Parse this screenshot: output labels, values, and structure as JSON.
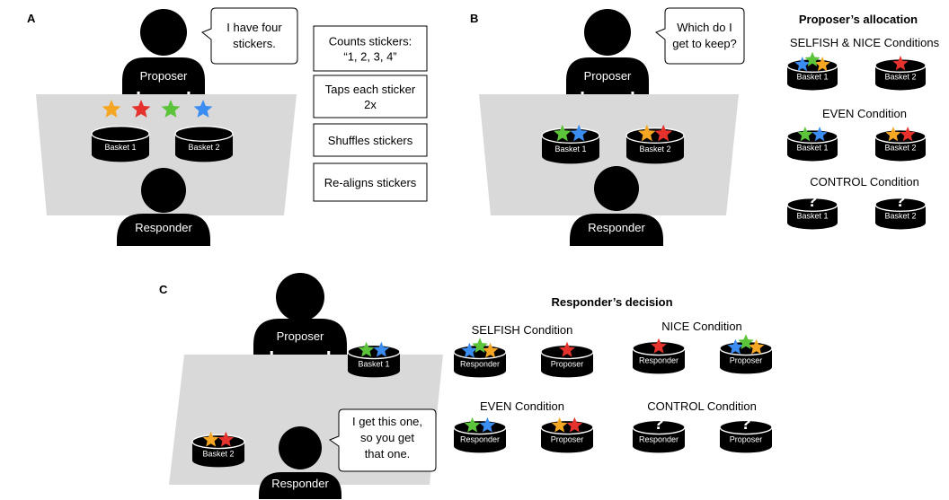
{
  "colors": {
    "table": "#d9d9d9",
    "person": "#000000",
    "star_orange": "#f5a623",
    "star_red": "#e5322d",
    "star_green": "#5cc43b",
    "star_blue": "#3b8df1"
  },
  "panel_a": {
    "letter": "A",
    "proposer_label": "Proposer",
    "responder_label": "Responder",
    "speech_lines": [
      "I have four",
      "stickers."
    ],
    "stars": [
      "orange",
      "red",
      "green",
      "blue"
    ],
    "baskets": [
      "Basket 1",
      "Basket 2"
    ],
    "steps": [
      {
        "lines": [
          "Counts stickers:",
          "“1, 2, 3, 4”"
        ]
      },
      {
        "lines": [
          "Taps each sticker",
          "2x"
        ]
      },
      {
        "lines": [
          "Shuffles stickers"
        ]
      },
      {
        "lines": [
          "Re-aligns stickers"
        ]
      }
    ]
  },
  "panel_b": {
    "letter": "B",
    "proposer_label": "Proposer",
    "responder_label": "Responder",
    "speech_lines": [
      "Which do I",
      "get to keep?"
    ],
    "baskets": [
      {
        "label": "Basket 1",
        "stars": [
          "green",
          "blue"
        ]
      },
      {
        "label": "Basket 2",
        "stars": [
          "orange",
          "red"
        ]
      }
    ],
    "allocation": {
      "heading": "Proposer’s allocation",
      "conditions": [
        {
          "title": "SELFISH & NICE Conditions",
          "baskets": [
            {
              "label": "Basket 1",
              "stars": [
                "blue",
                "green",
                "orange"
              ],
              "question": false
            },
            {
              "label": "Basket 2",
              "stars": [
                "red"
              ],
              "question": false
            }
          ]
        },
        {
          "title": "EVEN Condition",
          "baskets": [
            {
              "label": "Basket 1",
              "stars": [
                "green",
                "blue"
              ],
              "question": false
            },
            {
              "label": "Basket 2",
              "stars": [
                "orange",
                "red"
              ],
              "question": false
            }
          ]
        },
        {
          "title": "CONTROL Condition",
          "baskets": [
            {
              "label": "Basket 1",
              "stars": [],
              "question": true
            },
            {
              "label": "Basket 2",
              "stars": [],
              "question": true
            }
          ]
        }
      ]
    }
  },
  "panel_c": {
    "letter": "C",
    "proposer_label": "Proposer",
    "responder_label": "Responder",
    "speech_lines": [
      "I get this one,",
      "so you get",
      "that one."
    ],
    "basket1": {
      "label": "Basket 1",
      "stars": [
        "green",
        "blue"
      ]
    },
    "basket2": {
      "label": "Basket 2",
      "stars": [
        "orange",
        "red"
      ]
    },
    "decision": {
      "heading": "Responder’s decision",
      "conditions": [
        {
          "title": "SELFISH Condition",
          "baskets": [
            {
              "label": "Responder",
              "stars": [
                "blue",
                "green",
                "orange"
              ],
              "question": false
            },
            {
              "label": "Proposer",
              "stars": [
                "red"
              ],
              "question": false
            }
          ]
        },
        {
          "title": "NICE Condition",
          "baskets": [
            {
              "label": "Responder",
              "stars": [
                "red"
              ],
              "question": false
            },
            {
              "label": "Proposer",
              "stars": [
                "blue",
                "green",
                "orange"
              ],
              "question": false
            }
          ]
        },
        {
          "title": "EVEN Condition",
          "baskets": [
            {
              "label": "Responder",
              "stars": [
                "green",
                "blue"
              ],
              "question": false
            },
            {
              "label": "Proposer",
              "stars": [
                "orange",
                "red"
              ],
              "question": false
            }
          ]
        },
        {
          "title": "CONTROL Condition",
          "baskets": [
            {
              "label": "Responder",
              "stars": [],
              "question": true
            },
            {
              "label": "Proposer",
              "stars": [],
              "question": true
            }
          ]
        }
      ]
    }
  }
}
